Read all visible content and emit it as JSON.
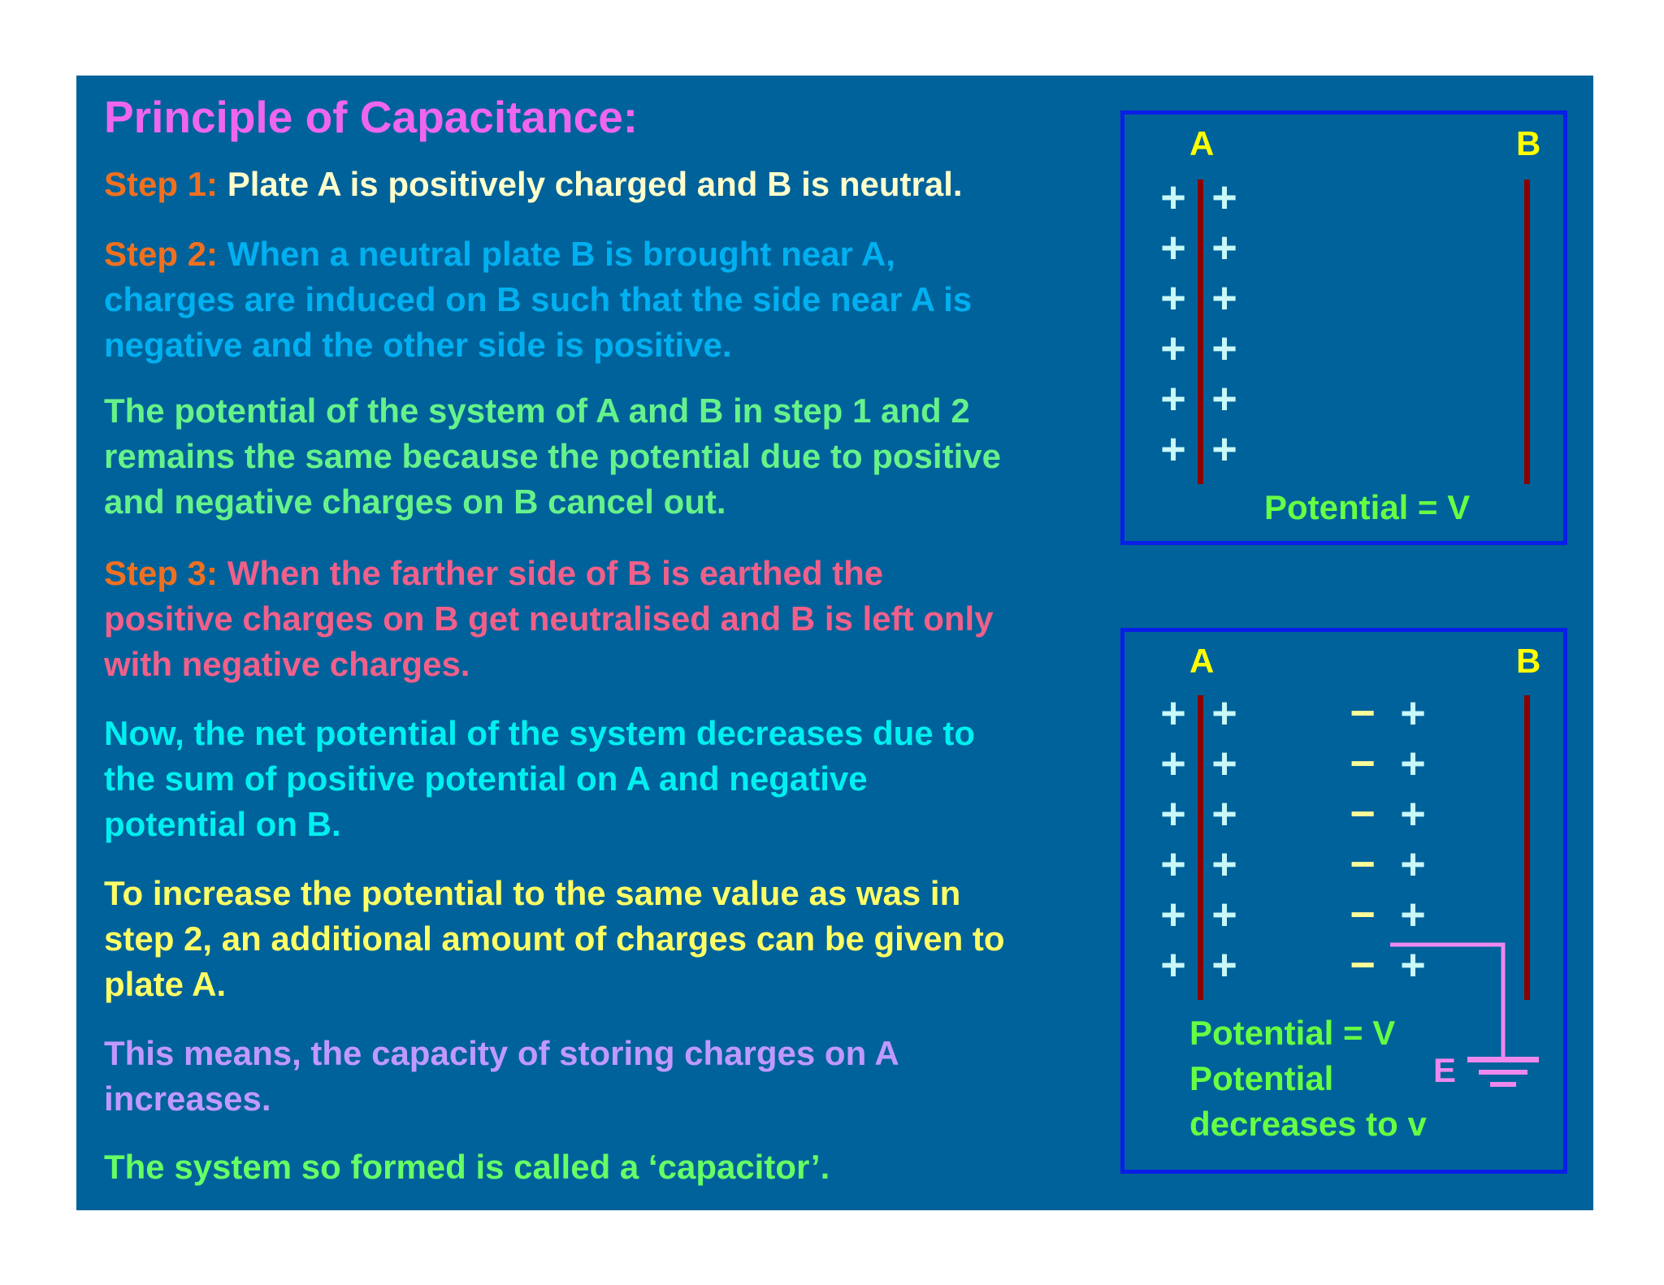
{
  "title": "Principle of Capacitance:",
  "step1": {
    "key": "Step 1:",
    "text": " Plate A is positively charged and B is neutral."
  },
  "step2": {
    "key": "Step 2:",
    "lines": [
      " When a neutral plate B is brought near A,",
      "charges are induced on B such that the side near A is",
      "negative and the other side is positive."
    ]
  },
  "potential_note": {
    "lines": [
      "The potential of the system of A and B in step 1 and 2",
      "remains the same because the potential due to positive",
      "and negative charges on B cancel out."
    ]
  },
  "step3": {
    "key": "Step 3:",
    "lines": [
      "  When the farther side of B is earthed the",
      "positive charges on B get neutralised and B is left only",
      "with negative charges."
    ]
  },
  "net_potential": {
    "lines": [
      "Now, the net potential of the system decreases due to",
      "the sum of positive potential on A and negative",
      "potential on B."
    ]
  },
  "increase": {
    "lines": [
      "To increase the potential to the same value as was in",
      "step 2, an additional amount of charges can be given to",
      "plate A."
    ]
  },
  "capacity": {
    "lines": [
      "This means, the capacity of storing charges on A",
      "increases."
    ]
  },
  "conclusion": "The system so formed is called a ‘capacitor’.",
  "diagram1": {
    "plate_a": "A",
    "plate_b": "B",
    "plus": "+",
    "potential": "Potential = V"
  },
  "diagram2": {
    "plate_a": "A",
    "plate_b": "B",
    "plus": "+",
    "minus": "−",
    "potential_line1": "Potential = V",
    "potential_line2": "Potential",
    "potential_line3": "decreases to v",
    "earth": "E"
  },
  "colors": {
    "background": "#00629a",
    "title": "#ee66ee",
    "step_key": "#f07020",
    "plate": "#8b0000",
    "box_border": "#0a1ee6",
    "earth_wire": "#ee88ee"
  }
}
